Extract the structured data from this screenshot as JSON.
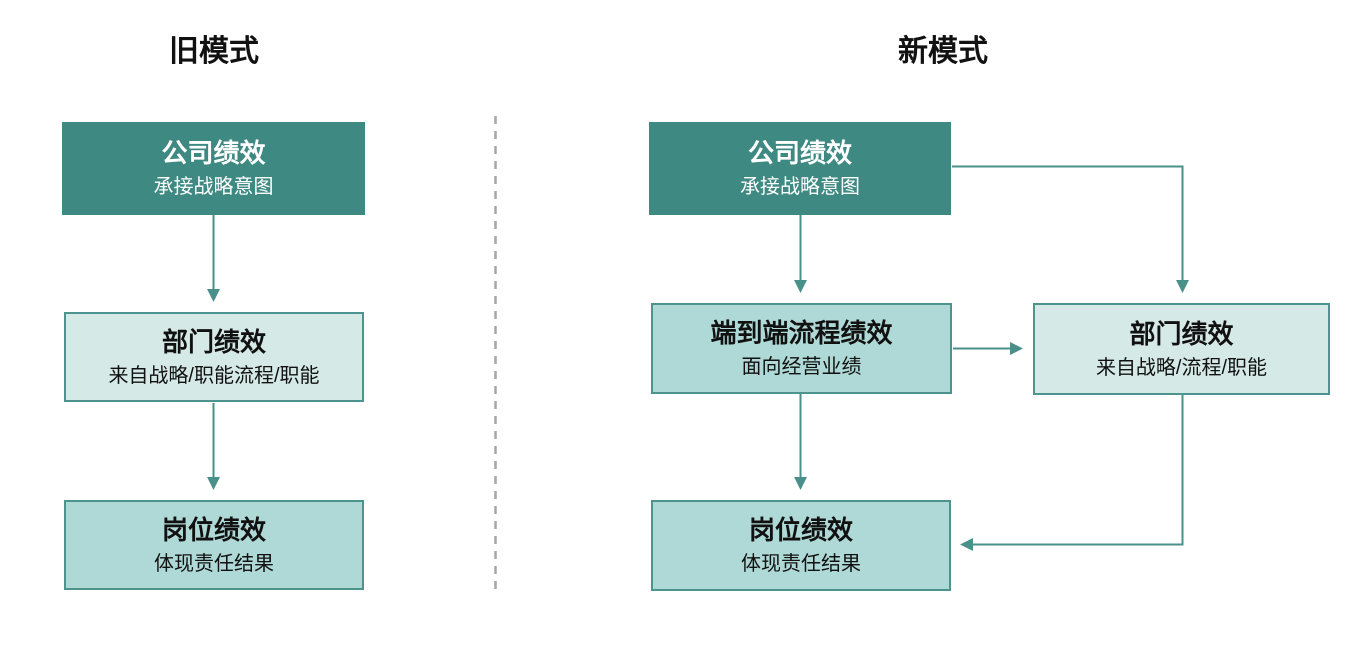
{
  "diagram": {
    "old": {
      "title": "旧模式",
      "boxes": [
        {
          "id": "company",
          "title": "公司绩效",
          "subtitle": "承接战略意图"
        },
        {
          "id": "department",
          "title": "部门绩效",
          "subtitle": "来自战略/职能流程/职能"
        },
        {
          "id": "position",
          "title": "岗位绩效",
          "subtitle": "体现责任结果"
        }
      ]
    },
    "new": {
      "title": "新模式",
      "boxes": [
        {
          "id": "company",
          "title": "公司绩效",
          "subtitle": "承接战略意图"
        },
        {
          "id": "e2e-process",
          "title": "端到端流程绩效",
          "subtitle": "面向经营业绩"
        },
        {
          "id": "department",
          "title": "部门绩效",
          "subtitle": "来自战略/流程/职能"
        },
        {
          "id": "position",
          "title": "岗位绩效",
          "subtitle": "体现责任结果"
        }
      ]
    },
    "connections": {
      "old": [
        {
          "from": "company",
          "to": "department"
        },
        {
          "from": "department",
          "to": "position"
        }
      ],
      "new": [
        {
          "from": "company",
          "to": "e2e-process"
        },
        {
          "from": "company",
          "to": "department"
        },
        {
          "from": "e2e-process",
          "to": "department"
        },
        {
          "from": "e2e-process",
          "to": "position"
        },
        {
          "from": "department",
          "to": "position"
        }
      ]
    },
    "colors": {
      "dark_teal_fill": "#3F8983",
      "light_teal_fill": "#AFD9D6",
      "mint_fill": "#D5E9E7",
      "box_border": "#4E948E",
      "arrow": "#4A908A",
      "divider": "#A6A6A6",
      "title_text": "#111111",
      "dark_box_text": "#FFFFFF"
    }
  }
}
